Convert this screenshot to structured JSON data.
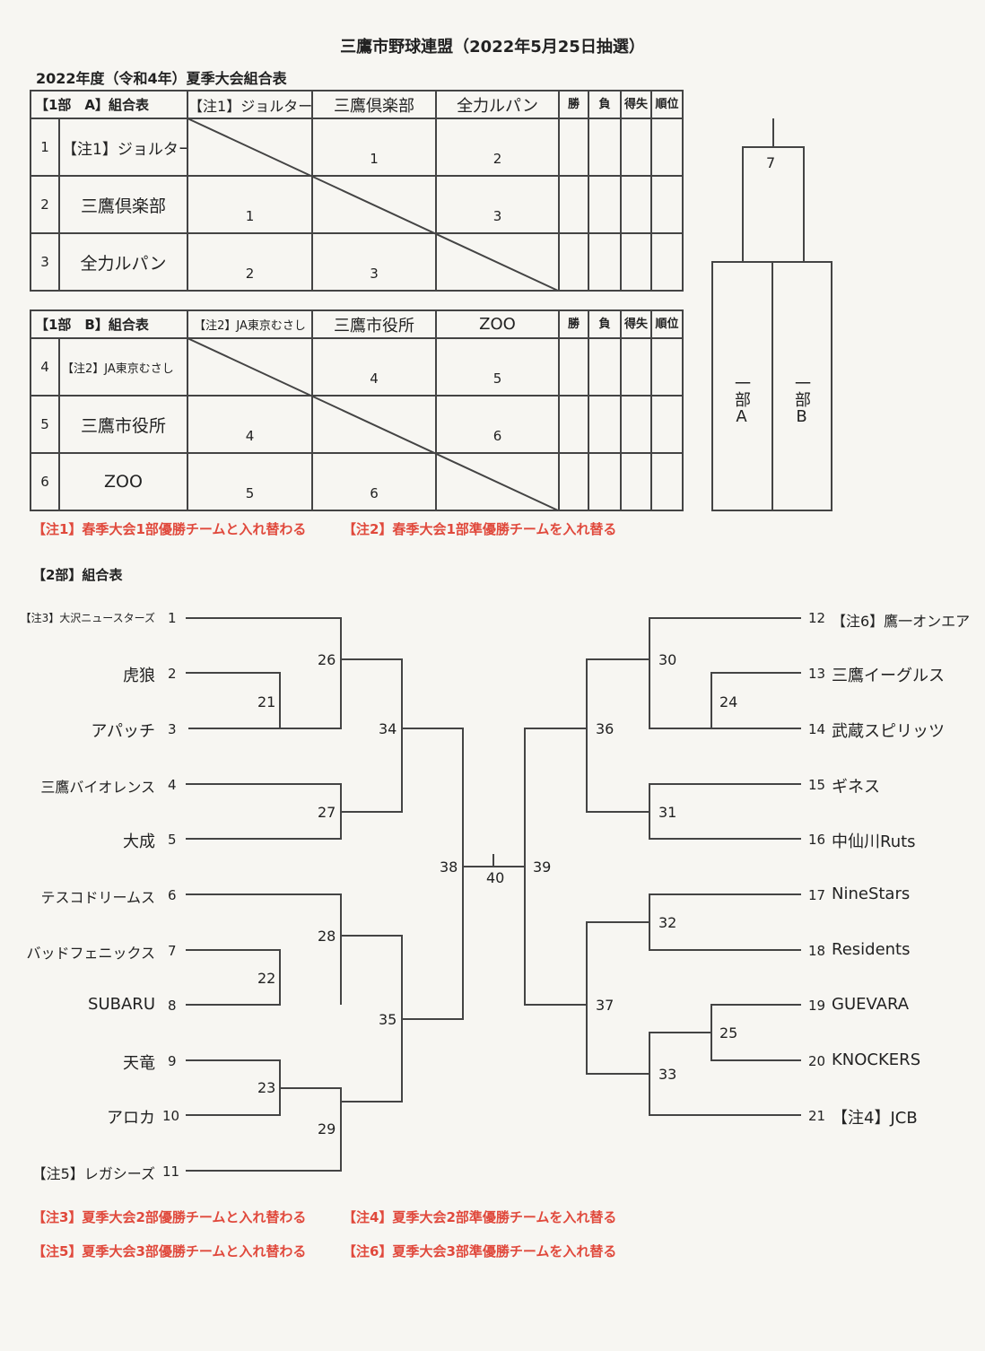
{
  "header": {
    "title": "三鷹市野球連盟（2022年5月25日抽選）",
    "subtitle": "2022年度（令和4年）夏季大会組合表"
  },
  "div1a": {
    "label": "【1部　A】組合表",
    "cols": [
      "【注1】ジョルター",
      "三鷹倶楽部",
      "全力ルパン"
    ],
    "stat_headers": {
      "win": "勝",
      "loss": "負",
      "diff": "得失",
      "rank": "順位"
    },
    "rows": [
      {
        "num": "1",
        "team": "【注1】ジョルター",
        "matches": [
          "",
          "1",
          "2"
        ]
      },
      {
        "num": "2",
        "team": "三鷹倶楽部",
        "matches": [
          "1",
          "",
          "3"
        ]
      },
      {
        "num": "3",
        "team": "全力ルパン",
        "matches": [
          "2",
          "3",
          ""
        ]
      }
    ]
  },
  "div1b": {
    "label": "【1部　B】組合表",
    "cols": [
      "【注2】JA東京むさし",
      "三鷹市役所",
      "ZOO"
    ],
    "stat_headers": {
      "win": "勝",
      "loss": "負",
      "diff": "得失",
      "rank": "順位"
    },
    "rows": [
      {
        "num": "4",
        "team": "【注2】JA東京むさし",
        "matches": [
          "",
          "4",
          "5"
        ]
      },
      {
        "num": "5",
        "team": "三鷹市役所",
        "matches": [
          "4",
          "",
          "6"
        ]
      },
      {
        "num": "6",
        "team": "ZOO",
        "matches": [
          "5",
          "6",
          ""
        ]
      }
    ]
  },
  "div1_final": {
    "match": "7",
    "left": "一部A",
    "right": "一部B"
  },
  "notes1": {
    "n1": "【注1】春季大会1部優勝チームと入れ替わる",
    "n2": "【注2】春季大会1部準優勝チームを入れ替る"
  },
  "div2": {
    "label": "【2部】組合表",
    "left_teams": [
      {
        "seed": "1",
        "name": "【注3】大沢ニュースターズ"
      },
      {
        "seed": "2",
        "name": "虎狼"
      },
      {
        "seed": "3",
        "name": "アパッチ"
      },
      {
        "seed": "4",
        "name": "三鷹バイオレンス"
      },
      {
        "seed": "5",
        "name": "大成"
      },
      {
        "seed": "6",
        "name": "テスコドリームス"
      },
      {
        "seed": "7",
        "name": "バッドフェニックス"
      },
      {
        "seed": "8",
        "name": "SUBARU"
      },
      {
        "seed": "9",
        "name": "天竜"
      },
      {
        "seed": "10",
        "name": "アロカ"
      },
      {
        "seed": "11",
        "name": "【注5】レガシーズ"
      }
    ],
    "right_teams": [
      {
        "seed": "12",
        "name": "【注6】鷹一オンエア"
      },
      {
        "seed": "13",
        "name": "三鷹イーグルス"
      },
      {
        "seed": "14",
        "name": "武蔵スピリッツ"
      },
      {
        "seed": "15",
        "name": "ギネス"
      },
      {
        "seed": "16",
        "name": "中仙川Ruts"
      },
      {
        "seed": "17",
        "name": "NineStars"
      },
      {
        "seed": "18",
        "name": "Residents"
      },
      {
        "seed": "19",
        "name": "GUEVARA"
      },
      {
        "seed": "20",
        "name": "KNOCKERS"
      },
      {
        "seed": "21",
        "name": "【注4】JCB"
      }
    ],
    "matches": {
      "m21": "21",
      "m22": "22",
      "m23": "23",
      "m24": "24",
      "m25": "25",
      "m26": "26",
      "m27": "27",
      "m28": "28",
      "m29": "29",
      "m30": "30",
      "m31": "31",
      "m32": "32",
      "m33": "33",
      "m34": "34",
      "m35": "35",
      "m36": "36",
      "m37": "37",
      "m38": "38",
      "m39": "39",
      "m40": "40"
    }
  },
  "notes2": {
    "n3": "【注3】夏季大会2部優勝チームと入れ替わる",
    "n4": "【注4】夏季大会2部準優勝チームを入れ替る",
    "n5": "【注5】夏季大会3部優勝チームと入れ替わる",
    "n6": "【注6】夏季大会3部準優勝チームを入れ替る"
  },
  "colors": {
    "text": "#222222",
    "lines": "#444444",
    "notes": "#e0493c",
    "paper": "#f7f6f2"
  }
}
